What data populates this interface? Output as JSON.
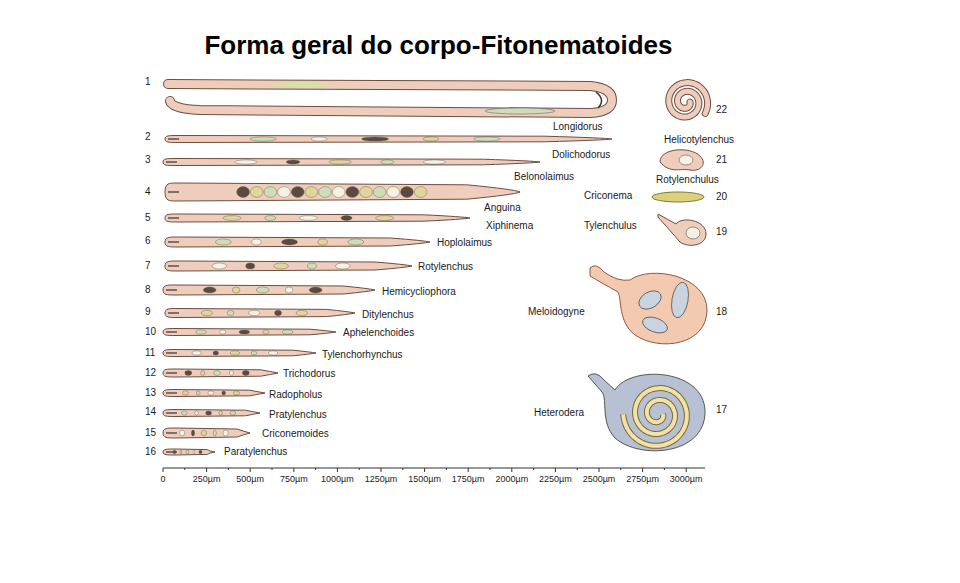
{
  "diagram": {
    "title": "Forma geral do corpo-Fitonematoides",
    "labels": [
      "1",
      "Longidorus",
      "2",
      "Dolichodorus",
      "3",
      "Belonolaimus",
      "4",
      "Anguina",
      "5",
      "Xiphinema",
      "6",
      "Hoplolaimus",
      "7",
      "Rotylenchus",
      "8",
      "Hemicycliophora",
      "9",
      "Ditylenchus",
      "10",
      "Aphelenchoides",
      "11",
      "Tylenchorhynchus",
      "12",
      "Trichodorus",
      "13",
      "Radopholus",
      "14",
      "Pratylenchus",
      "15",
      "Criconemoides",
      "16",
      "Paratylenchus",
      "22",
      "Helicotylenchus",
      "21",
      "Rotylenchulus",
      "Criconema",
      "20",
      "Tylenchulus",
      "19",
      "Meloidogyne",
      "18",
      "Heterodera",
      "17",
      "0",
      "250µm",
      "500µm",
      "750µm",
      "1000µm",
      "1250µm",
      "1500µm",
      "1750µm",
      "2000µm",
      "2250µm",
      "2500µm",
      "2750µm",
      "3000µm"
    ]
  }
}
